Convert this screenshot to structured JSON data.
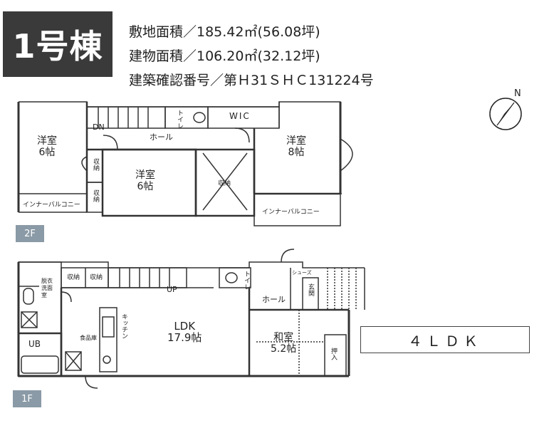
{
  "header": {
    "building": "1号棟",
    "site_area": "敷地面積／185.42㎡(56.08坪)",
    "floor_area": "建物面積／106.20㎡(32.12坪)",
    "permit": "建築確認番号／第Ｈ31ＳＨＣ131224号"
  },
  "compass": {
    "label": "N"
  },
  "floor2": {
    "label": "2F",
    "rooms": {
      "western_a": "洋室",
      "western_a_size": "6帖",
      "western_b": "洋室",
      "western_b_size": "6帖",
      "western_c": "洋室",
      "western_c_size": "8帖",
      "hall": "ホール",
      "wic": "WIC",
      "toilet": "トイレ",
      "storage": "収納",
      "closet1": "収納",
      "closet2": "収納",
      "dn": "DN",
      "inner_balcony_left": "インナーバルコニー",
      "inner_balcony_right": "インナーバルコニー"
    }
  },
  "floor1": {
    "label": "1F",
    "rooms": {
      "ldk": "LDK",
      "ldk_size": "17.9帖",
      "japanese": "和室",
      "japanese_size": "5.2帖",
      "hall": "ホール",
      "up": "UP",
      "ub": "UB",
      "dressing": "脱衣洗面室",
      "storage1": "収納",
      "storage2": "収納",
      "toilet": "トイレ",
      "closet": "押入",
      "shoe": "シューズ",
      "entrance": "玄関",
      "kitchen": "キッチン",
      "pantry": "食品庫"
    }
  },
  "layout_type": "４ＬＤＫ"
}
